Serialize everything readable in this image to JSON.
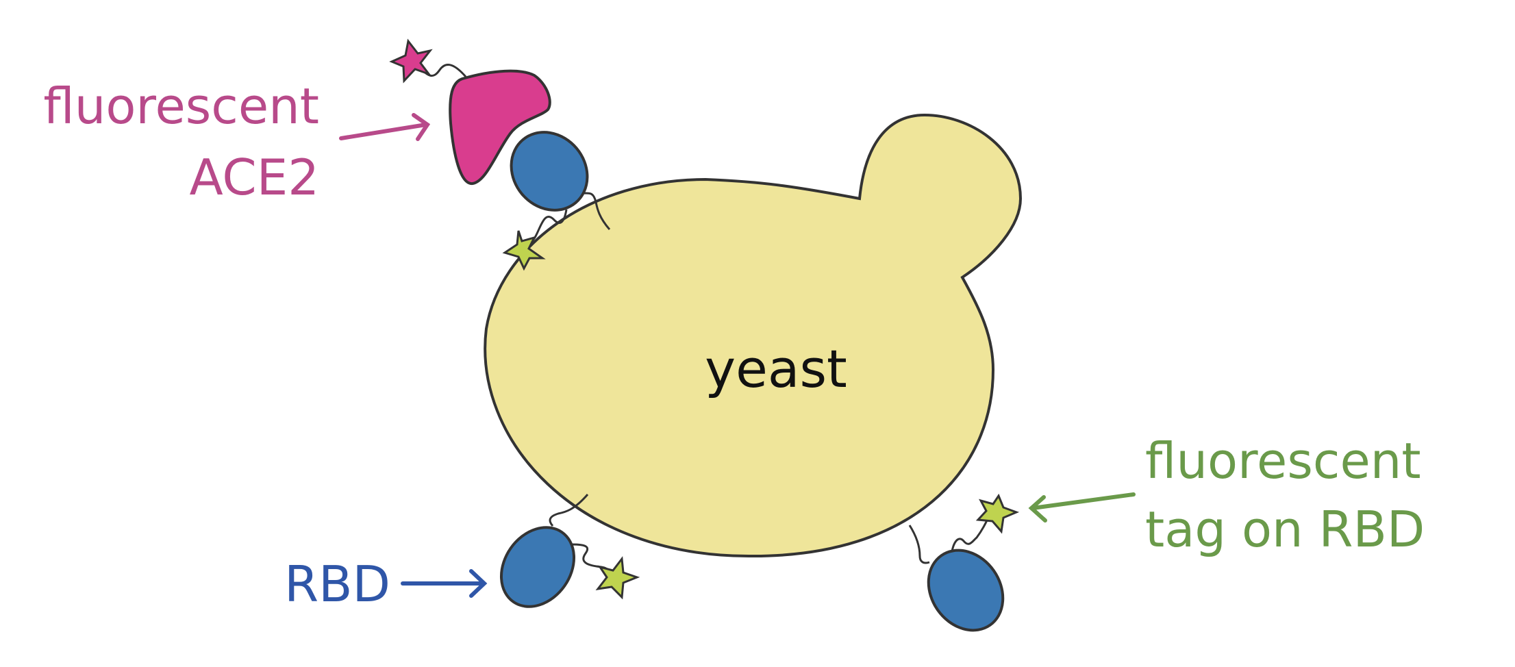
{
  "labels": {
    "yeast": "yeast",
    "ace2_line1": "fluorescent",
    "ace2_line2": "ACE2",
    "rbd": "RBD",
    "tag_line1": "fluorescent",
    "tag_line2": "tag on RBD"
  },
  "colors": {
    "yeast_fill": "#EFE59A",
    "outline": "#333333",
    "ace2_fill": "#D93D8E",
    "ace2_text": "#B84A8A",
    "rbd_fill": "#3B78B3",
    "rbd_text": "#2F56A8",
    "tag_fill": "#BFD34F",
    "tag_text": "#6A9A4A"
  }
}
